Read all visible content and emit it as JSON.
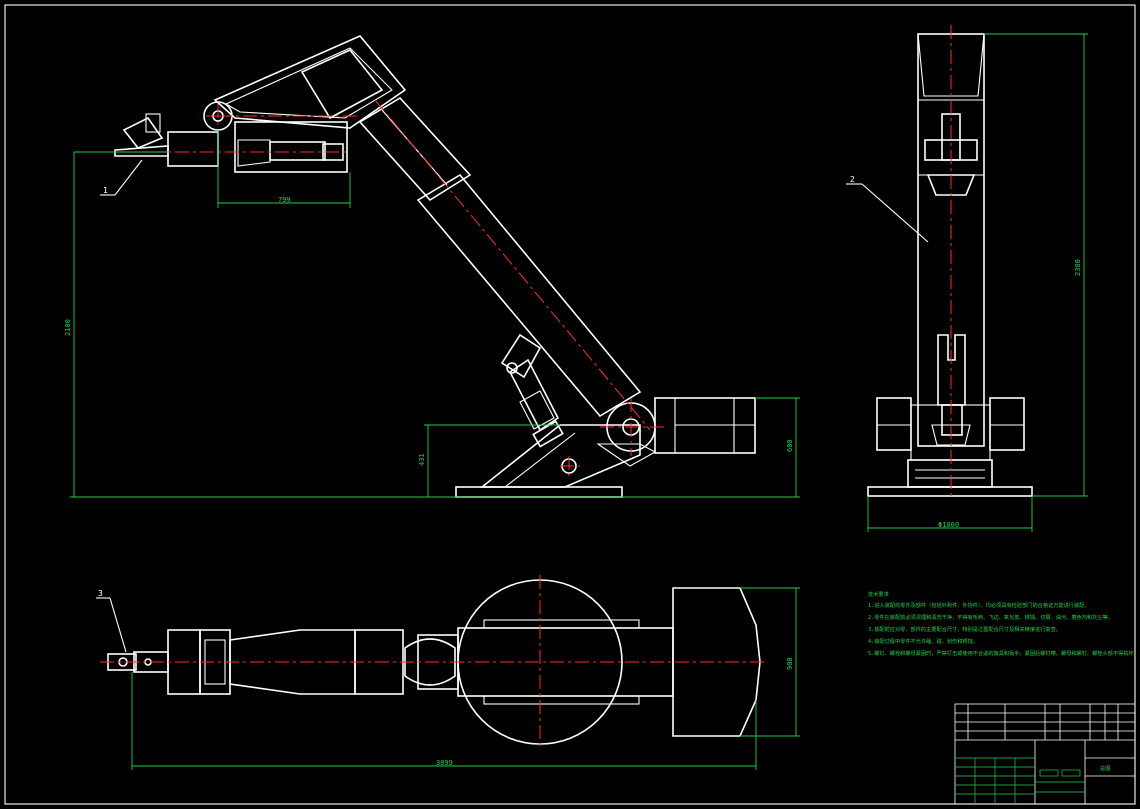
{
  "colors": {
    "background": "#000000",
    "outline": "#ffffff",
    "centerline": "#ff2a2a",
    "dimension": "#21d14a"
  },
  "dimensions": {
    "arm_reach": "799",
    "total_height": "2100",
    "pivot_height": "431",
    "base_height": "600",
    "front_height": "2380",
    "base_diameter": "Φ1000",
    "plan_width": "900",
    "plan_length": "3899"
  },
  "part_labels": [
    "1",
    "2",
    "3"
  ],
  "notes": {
    "title": "技术要求",
    "lines": [
      "1.进入装配的零件及部件（包括外购件、外协件），均必须具有检验部门的合格证方能进行装配。",
      "2.零件在装配前必须清理和清洗干净，不得有毛刺、飞边、氧化皮、锈蚀、切屑、油污、着色剂和灰尘等。",
      "3.装配前应对零、部件的主要配合尺寸，特别是过盈配合尺寸及相关精度进行复查。",
      "4.装配过程中零件不允许磕、碰、划伤和锈蚀。",
      "5.螺钉、螺栓和螺母紧固时，严禁打击或使用不合适的旋具和扳手。紧固后螺钉槽、螺母和螺钉、螺栓头部不得损坏。"
    ]
  },
  "title_block": {
    "name_cell": "总图"
  }
}
